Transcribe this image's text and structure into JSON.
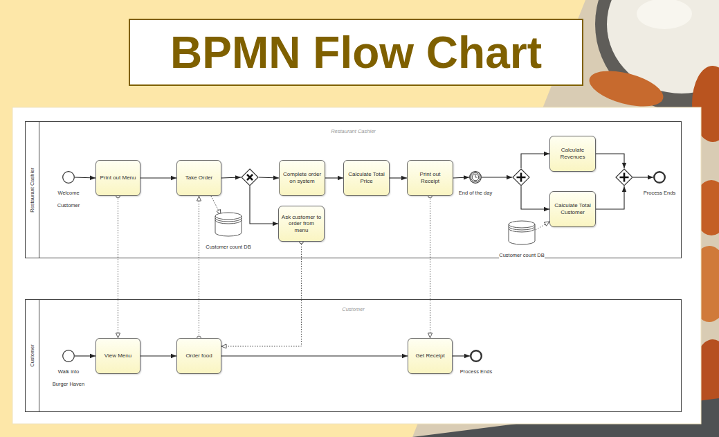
{
  "diagram": {
    "title": "BPMN Flow Chart",
    "nodes": [
      {
        "text": [
          "Restaurant Cashier",
          "Restaurant Cashier"
        ]
      },
      {
        "text": [
          "Welcome Customer"
        ],
        "in": 0
      },
      {
        "text": [
          "Print out Menu"
        ],
        "in": 0
      },
      {
        "text": [
          "Take Order"
        ],
        "in": 0
      },
      {
        "text": [],
        "in": 0
      },
      {
        "text": [
          "Complete order on system"
        ],
        "in": 0
      },
      {
        "text": [
          "Ask customer to order from menu"
        ],
        "in": 0
      },
      {
        "text": [
          "Customer count DB"
        ],
        "in": 0
      },
      {
        "text": [
          "Calculate Total Price"
        ],
        "in": 0
      },
      {
        "text": [
          "Print out Receipt"
        ],
        "in": 0
      },
      {
        "text": [
          "End of the day"
        ],
        "in": 0
      },
      {
        "text": [],
        "in": 0
      },
      {
        "text": [
          "Calculate Revenues"
        ],
        "in": 0
      },
      {
        "text": [
          "Calculate Total Customer"
        ],
        "in": 0
      },
      {
        "text": [
          "Customer count DB"
        ],
        "in": 0
      },
      {
        "text": [],
        "in": 0
      },
      {
        "text": [
          "Process Ends"
        ],
        "in": 0
      },
      {
        "text": [
          "Customer",
          "Customer"
        ]
      },
      {
        "text": [
          "Walk into Burger Haven"
        ],
        "in": 17
      },
      {
        "text": [
          "View Menu"
        ],
        "in": 17
      },
      {
        "text": [
          "Order food"
        ],
        "in": 17
      },
      {
        "text": [
          "Get Receipt"
        ],
        "in": 17
      },
      {
        "text": [
          "Process Ends"
        ],
        "in": 17
      }
    ],
    "edges": [
      {
        "from": 1,
        "to": 2,
        "arrow": "to"
      },
      {
        "from": 2,
        "to": 3,
        "arrow": "to"
      },
      {
        "from": 3,
        "to": 4,
        "arrow": "to"
      },
      {
        "from": 4,
        "to": 5,
        "arrow": "to"
      },
      {
        "from": 4,
        "to": 6,
        "arrow": "to"
      },
      {
        "from": 5,
        "to": 8,
        "arrow": "to"
      },
      {
        "from": 8,
        "to": 9,
        "arrow": "to"
      },
      {
        "from": 9,
        "to": 10,
        "arrow": "to"
      },
      {
        "from": 10,
        "to": 11,
        "arrow": "to"
      },
      {
        "from": 11,
        "to": 12,
        "arrow": "to"
      },
      {
        "from": 11,
        "to": 13,
        "arrow": "to"
      },
      {
        "from": 12,
        "to": 15,
        "arrow": "to"
      },
      {
        "from": 13,
        "to": 15,
        "arrow": "to"
      },
      {
        "from": 15,
        "to": 16,
        "arrow": "to"
      },
      {
        "from": 18,
        "to": 19,
        "arrow": "to"
      },
      {
        "from": 19,
        "to": 20,
        "arrow": "to"
      },
      {
        "from": 20,
        "to": 21,
        "arrow": "to"
      },
      {
        "from": 21,
        "to": 22,
        "arrow": "to"
      },
      {
        "from": 2,
        "to": 19,
        "arrow": "to"
      },
      {
        "from": 20,
        "to": 3,
        "arrow": "to"
      },
      {
        "from": 6,
        "to": 20,
        "arrow": "to"
      },
      {
        "from": 9,
        "to": 21,
        "arrow": "to"
      },
      {
        "from": 3,
        "to": 7,
        "arrow": "to"
      },
      {
        "from": 14,
        "to": 13,
        "arrow": "to"
      }
    ]
  }
}
